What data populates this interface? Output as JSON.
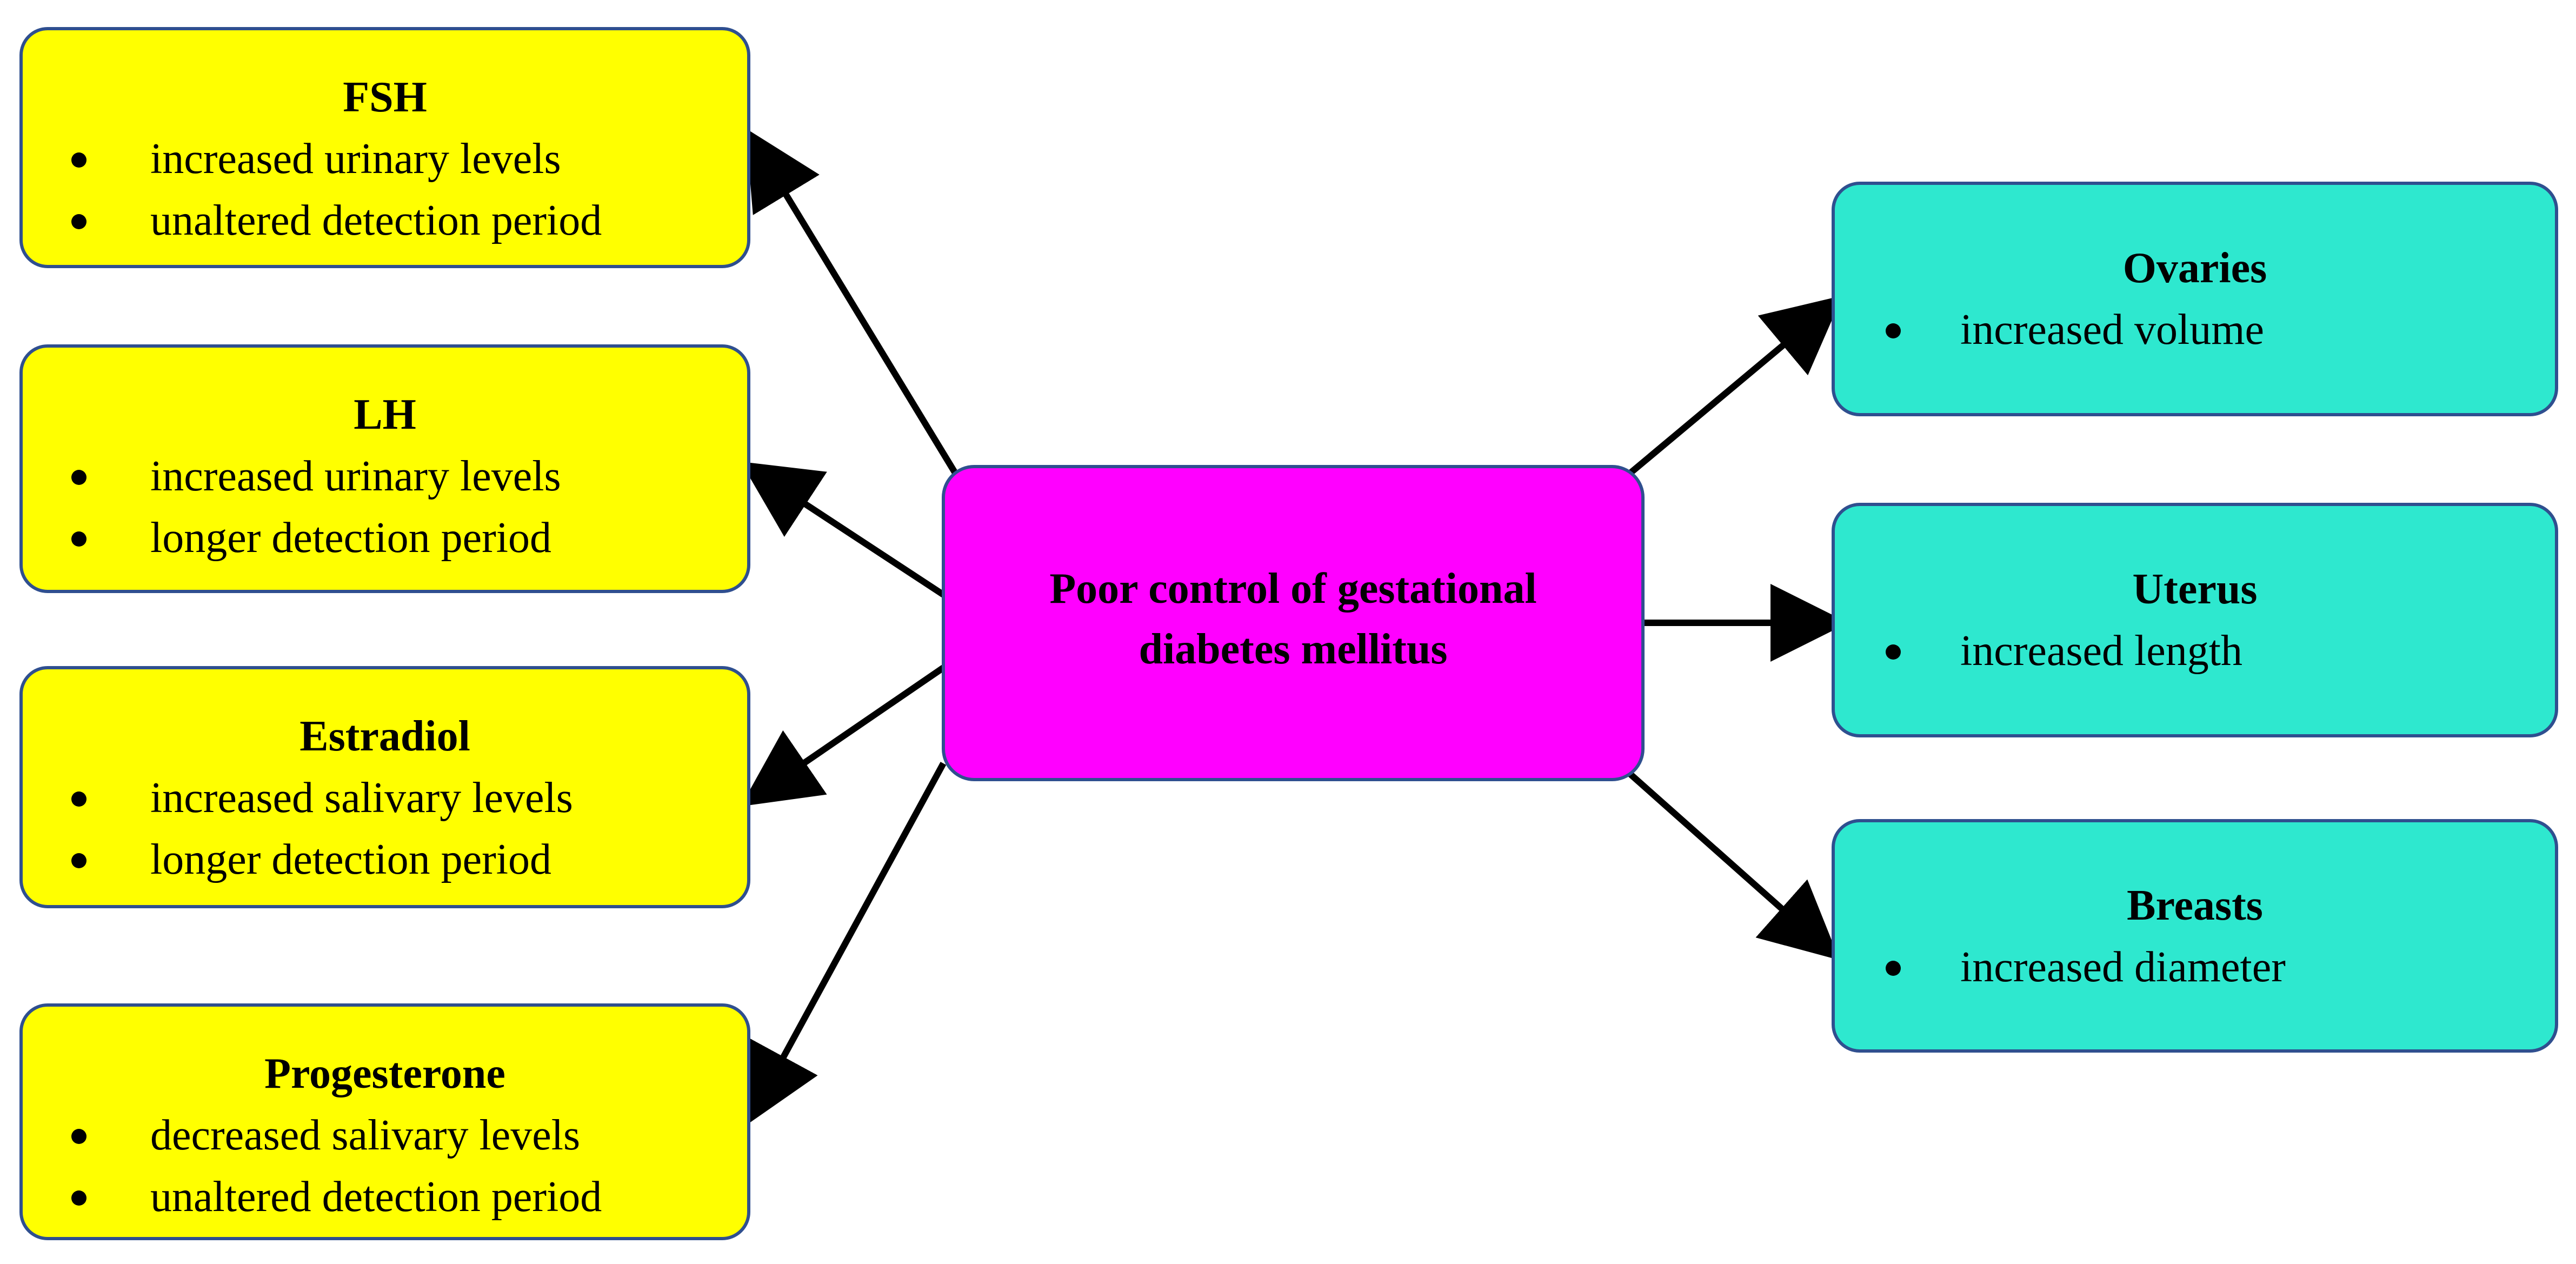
{
  "center": {
    "line1": "Poor control of gestational",
    "line2": "diabetes mellitus",
    "color": "#ff00ff"
  },
  "hormones": [
    {
      "title": "FSH",
      "items": [
        "increased urinary levels",
        "unaltered detection period"
      ]
    },
    {
      "title": "LH",
      "items": [
        "increased urinary levels",
        "longer detection period"
      ]
    },
    {
      "title": "Estradiol",
      "items": [
        "increased salivary levels",
        "longer detection period"
      ]
    },
    {
      "title": "Progesterone",
      "items": [
        "decreased salivary levels",
        "unaltered detection period"
      ]
    }
  ],
  "organs": [
    {
      "title": "Ovaries",
      "items": [
        "increased volume"
      ]
    },
    {
      "title": "Uterus",
      "items": [
        "increased length"
      ]
    },
    {
      "title": "Breasts",
      "items": [
        "increased diameter"
      ]
    }
  ],
  "colors": {
    "hormone_box": "#ffff00",
    "organ_box": "#2ee8cf",
    "border": "#2f4f8f",
    "arrow": "#000000"
  }
}
